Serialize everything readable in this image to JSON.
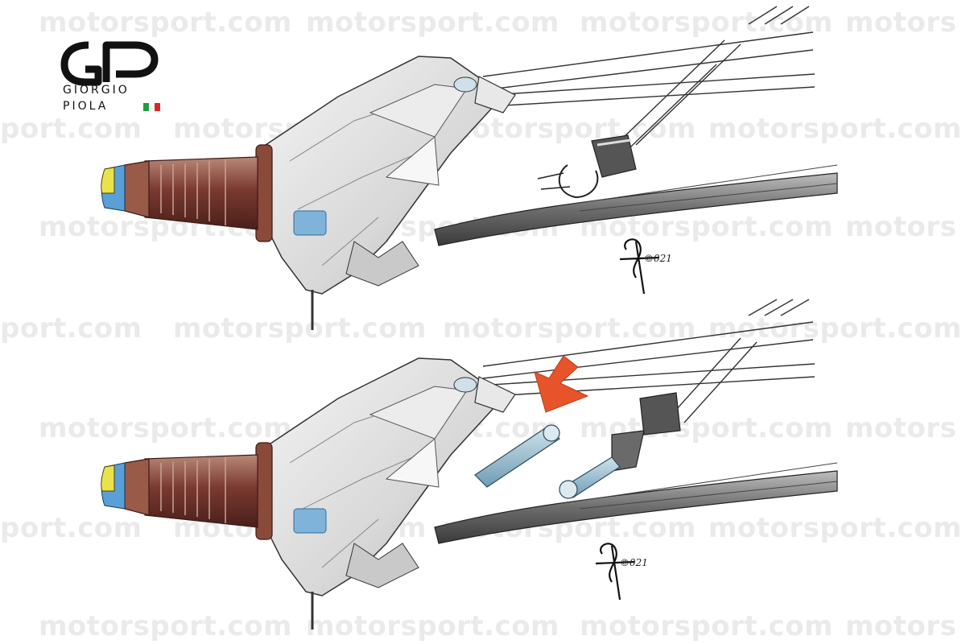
{
  "watermark": {
    "text": "motorsport.com",
    "partial_left": "port.com",
    "partial_right": "motors"
  },
  "logo": {
    "line1": "GIORGIO",
    "line2": "PIOLA",
    "flag_colors": [
      "#1f9d3a",
      "#ffffff",
      "#d62828"
    ]
  },
  "signatures": {
    "top": "©021",
    "bottom": "©021"
  },
  "colors": {
    "arrow": "#e8542a",
    "hub_brown": "#7a3a30",
    "nose_yellow": "#e9e24a",
    "nose_blue": "#5aa0d8",
    "arm_blue": "#8ab3c9"
  },
  "figures": [
    {
      "id": "top",
      "variant": "without-extra-link"
    },
    {
      "id": "bottom",
      "variant": "with-extra-link-highlighted"
    }
  ]
}
